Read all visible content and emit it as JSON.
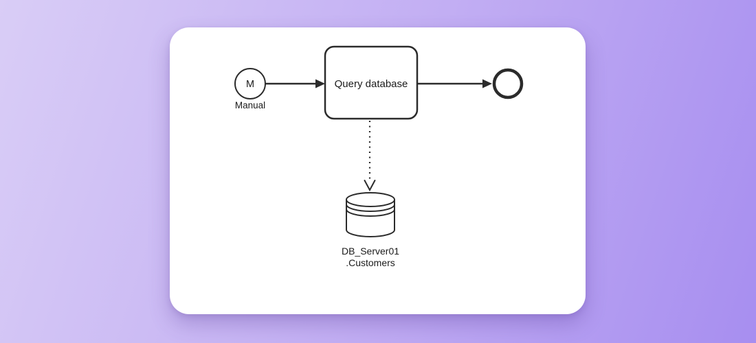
{
  "page": {
    "background_gradient": [
      "#d9cdf6",
      "#c2aef3",
      "#a78ef0"
    ],
    "card_color": "#ffffff"
  },
  "diagram": {
    "stroke_color": "#2b2b2b",
    "text_color": "#1a1a1a",
    "start_event": {
      "marker": "M",
      "caption": "Manual"
    },
    "task": {
      "label": "Query database"
    },
    "end_event": {},
    "data_store": {
      "name_line1": "DB_Server01",
      "name_line2": ".Customers"
    }
  }
}
